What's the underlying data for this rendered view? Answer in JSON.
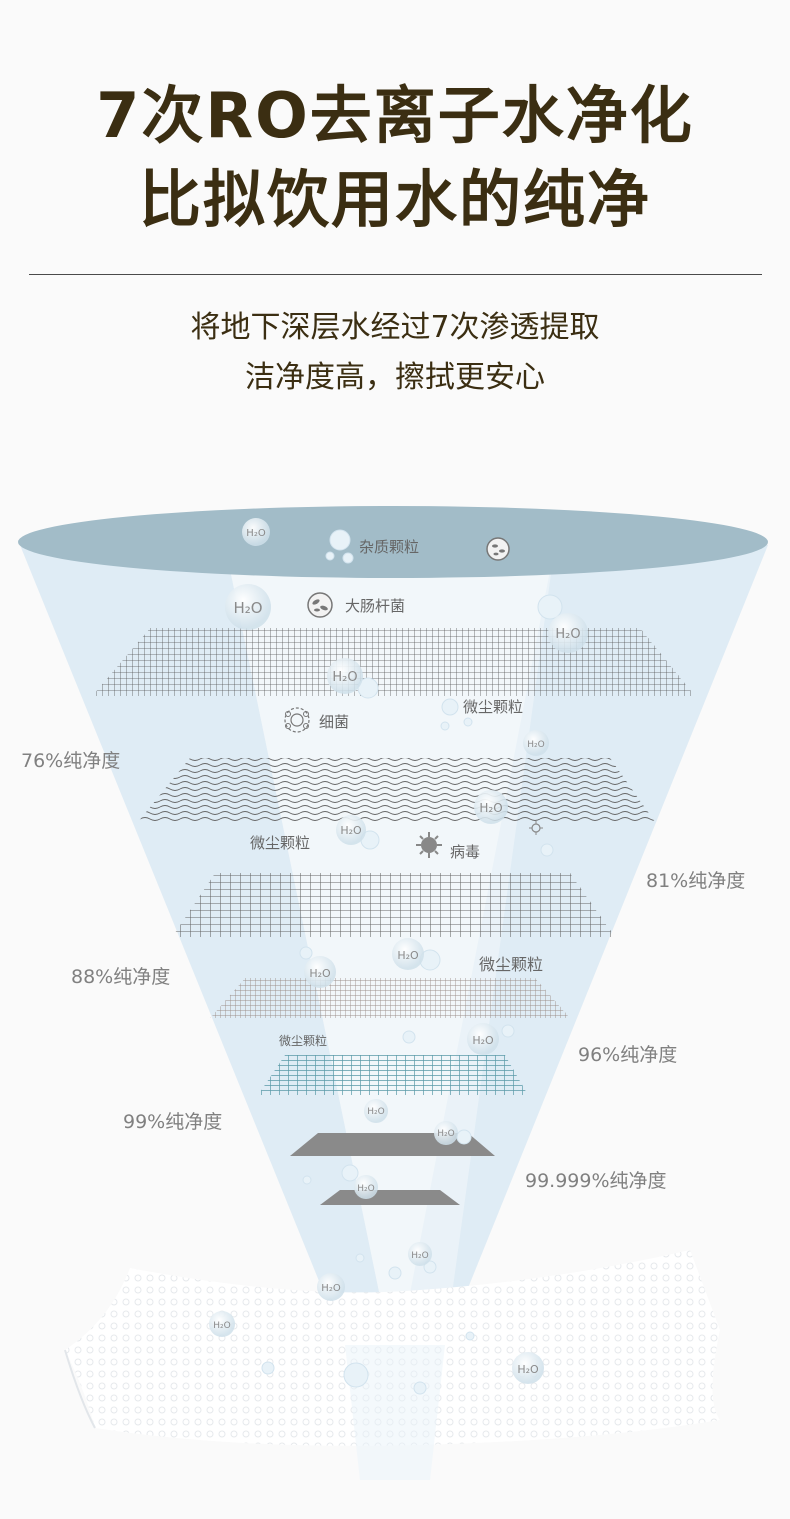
{
  "headline": {
    "line1": "7次RO去离子水净化",
    "line2": "比拟饮用水的纯净"
  },
  "subtitle": {
    "line1": "将地下深层水经过7次渗透提取",
    "line2": "洁净度高，擦拭更安心"
  },
  "impurities": {
    "top": "杂质颗粒",
    "ecoli": "大肠杆菌",
    "bacteria": "细菌",
    "dust1": "微尘颗粒",
    "dust2": "微尘颗粒",
    "virus": "病毒",
    "dust3": "微尘颗粒",
    "dust4": "微尘颗粒"
  },
  "purity": {
    "p76": "76%纯净度",
    "p81": "81%纯净度",
    "p88": "88%纯净度",
    "p96": "96%纯净度",
    "p99": "99%纯净度",
    "p99999": "99.999%纯净度"
  },
  "colors": {
    "headline": "#3b2e12",
    "water_surface": "#a2bcc8",
    "beam": "#dbeaf3",
    "teal_mesh": "#5a9aa8"
  },
  "icons": [
    "bacteria-cluster-icon",
    "ecoli-icon",
    "bacteria-icon",
    "virus-icon",
    "water-molecule-bubble"
  ]
}
